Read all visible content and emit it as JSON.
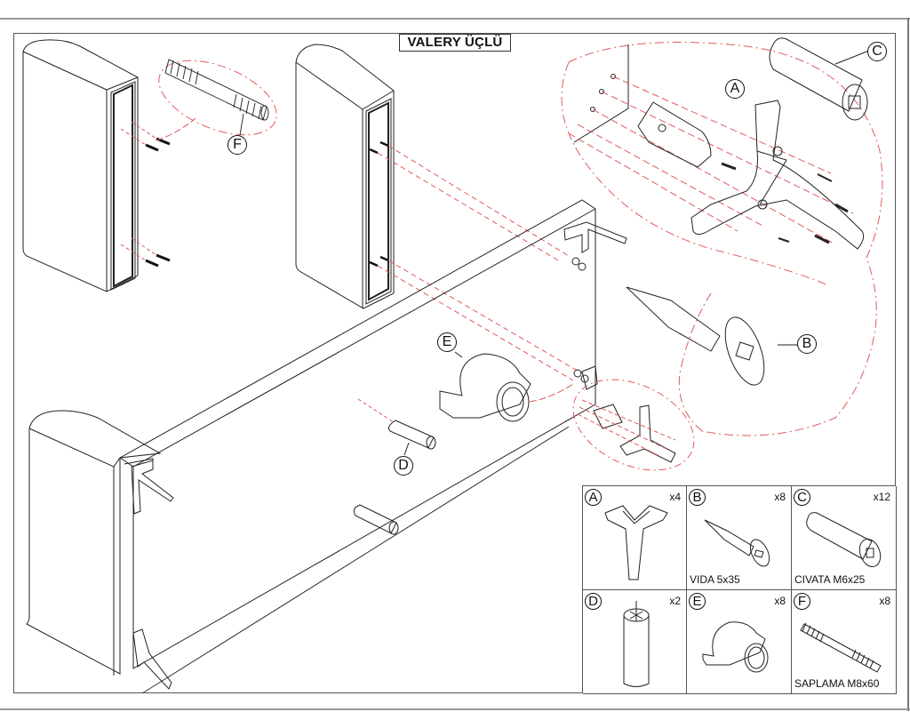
{
  "document": {
    "title": "VALERY ÜÇLÜ",
    "type": "assembly-instruction-sheet"
  },
  "callouts": {
    "A": "A",
    "B": "B",
    "C": "C",
    "D": "D",
    "E": "E",
    "F": "F"
  },
  "parts_table": [
    {
      "letter": "A",
      "quantity": "x4",
      "caption": "",
      "icon": "y-leg-icon"
    },
    {
      "letter": "B",
      "quantity": "x8",
      "caption": "VIDA 5x35",
      "icon": "wood-screw-icon"
    },
    {
      "letter": "C",
      "quantity": "x12",
      "caption": "CIVATA M6x25",
      "icon": "bolt-icon"
    },
    {
      "letter": "D",
      "quantity": "x2",
      "caption": "",
      "icon": "center-leg-icon"
    },
    {
      "letter": "E",
      "quantity": "x8",
      "caption": "",
      "icon": "connector-bracket-icon"
    },
    {
      "letter": "F",
      "quantity": "x8",
      "caption": "SAPLAMA M8x60",
      "icon": "threaded-stud-icon"
    }
  ],
  "colors": {
    "line": "#222222",
    "guide_dash": "#e05a5a",
    "frame": "#555555",
    "paper": "#ffffff"
  }
}
